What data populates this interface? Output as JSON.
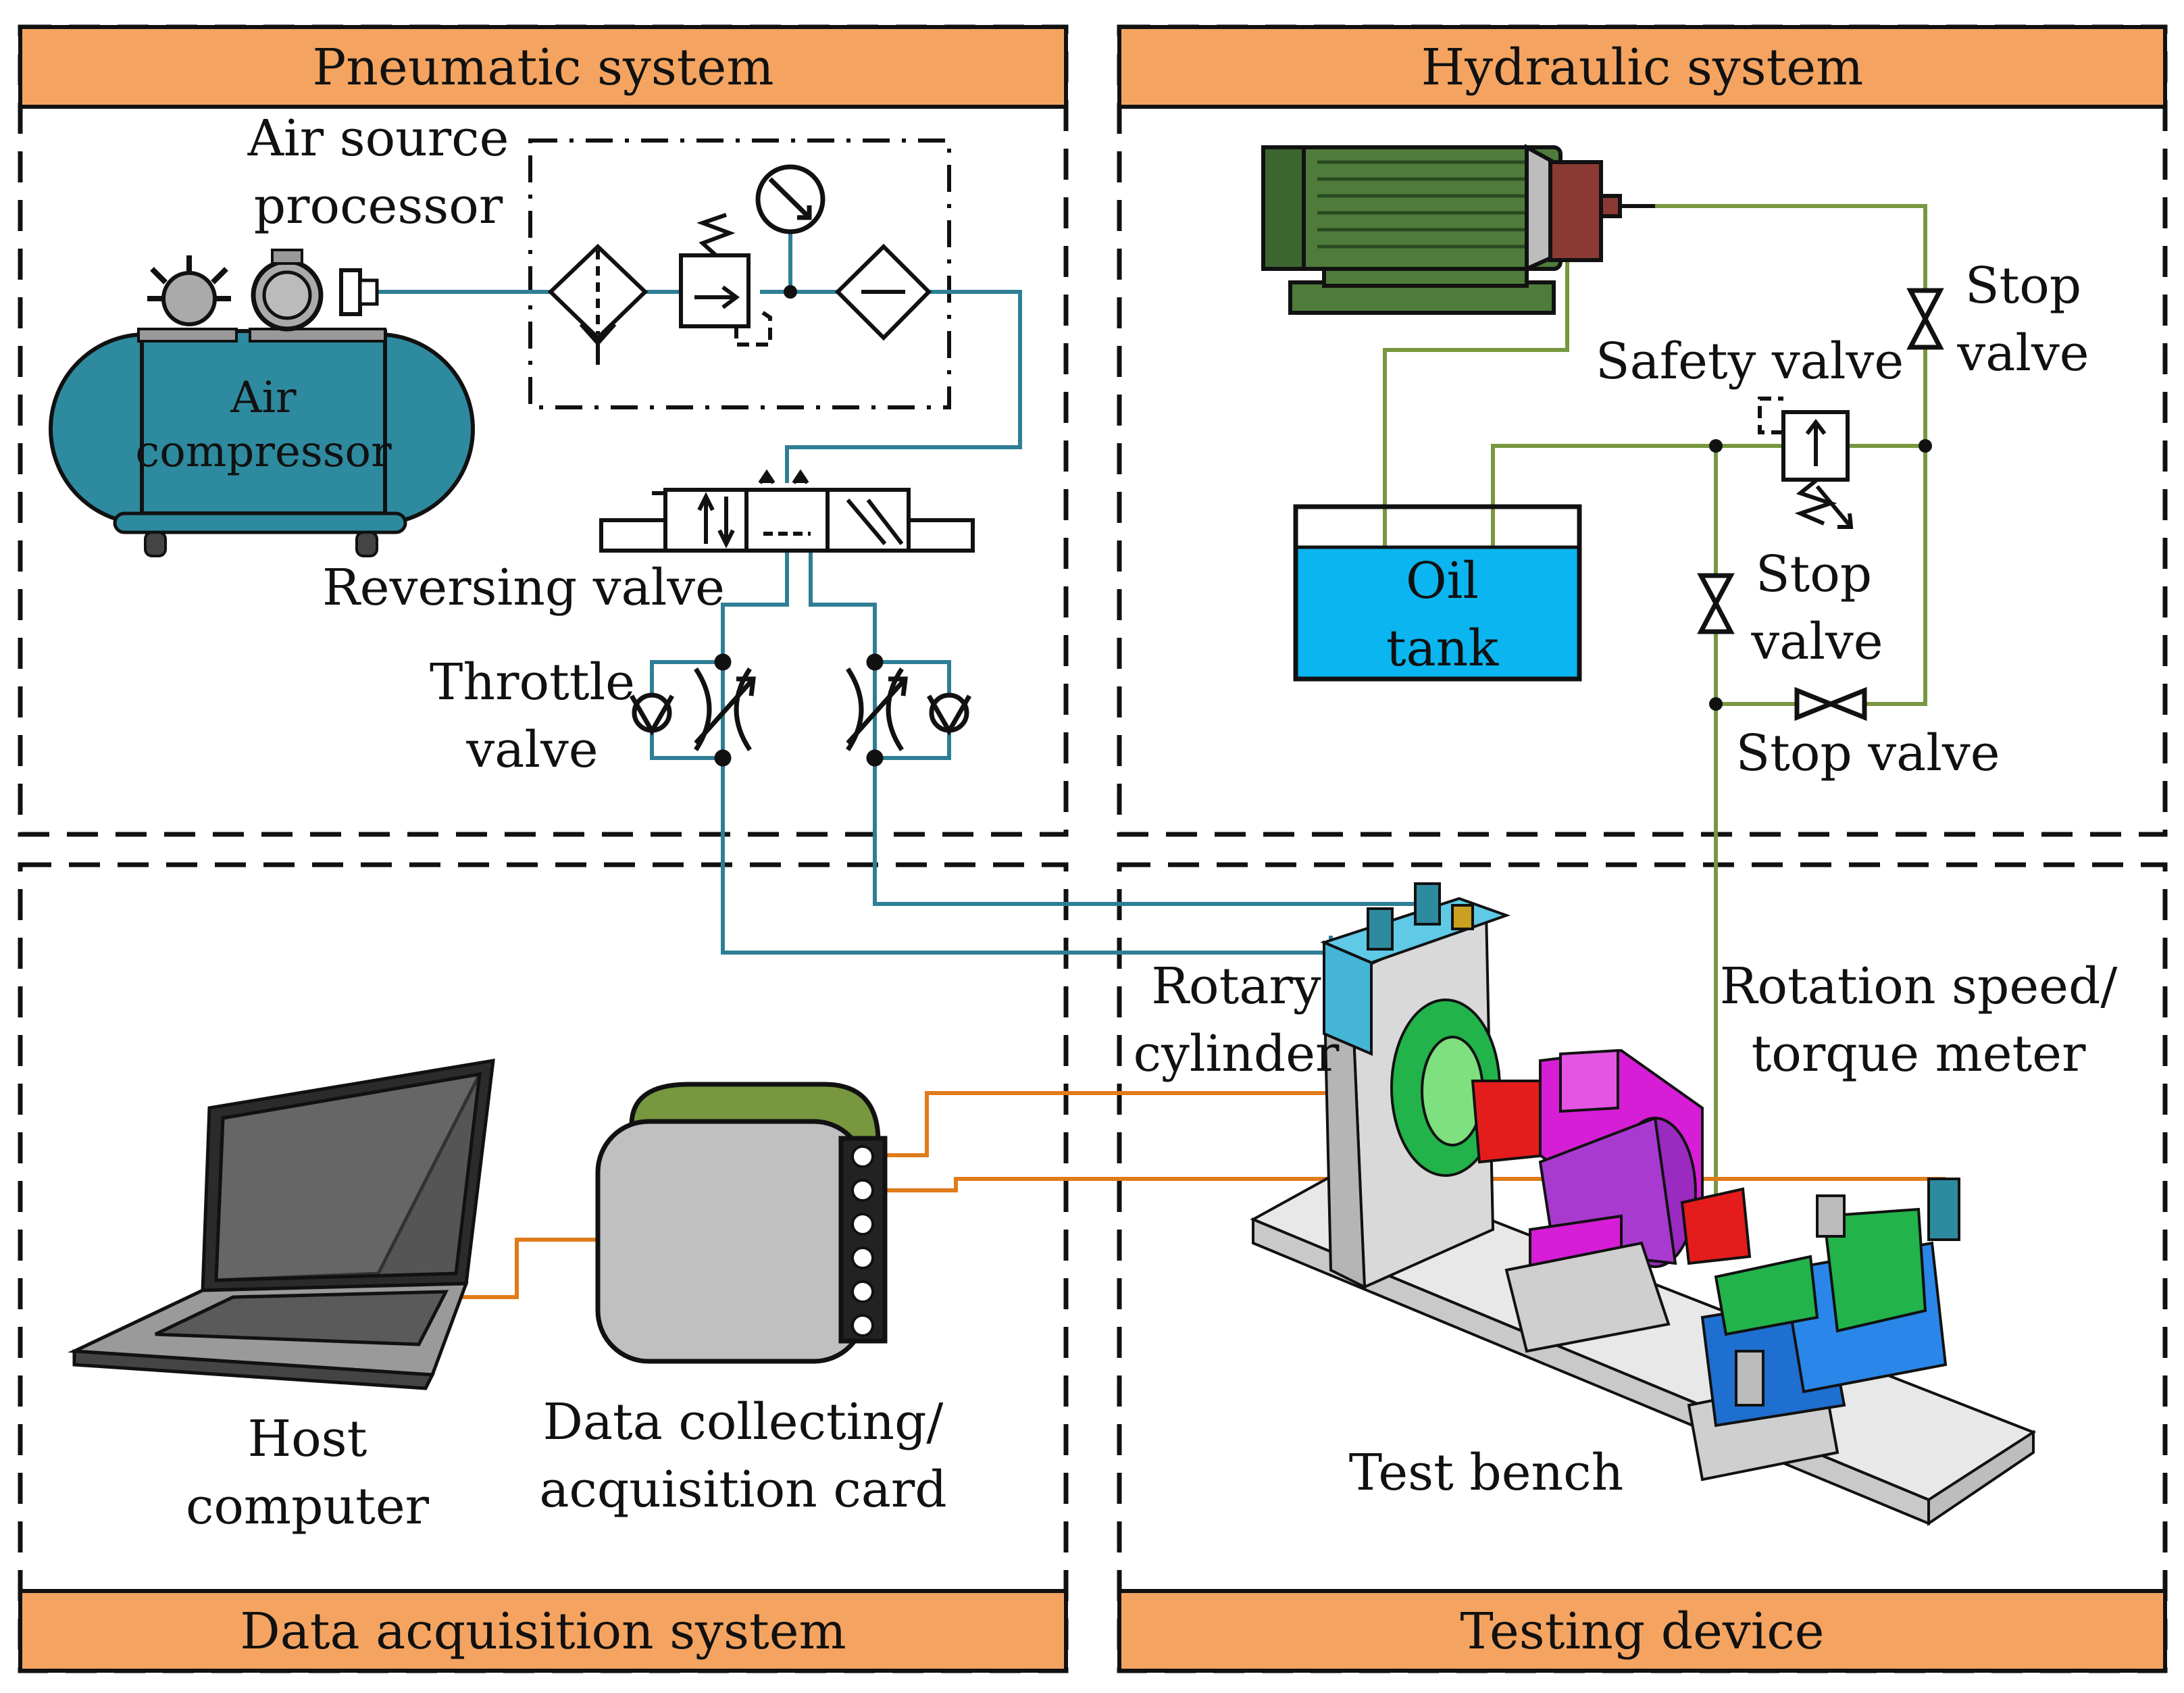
{
  "sections": {
    "pneumatic": "Pneumatic system",
    "hydraulic": "Hydraulic system",
    "data_acq": "Data acquisition system",
    "testing": "Testing device"
  },
  "labels": {
    "air_source_1": "Air source",
    "air_source_2": "processor",
    "air_comp_1": "Air",
    "air_comp_2": "compressor",
    "reversing_valve": "Reversing valve",
    "throttle_1": "Throttle",
    "throttle_2": "valve",
    "stop_valve_top_1": "Stop",
    "stop_valve_top_2": "valve",
    "safety_valve": "Safety valve",
    "oil_tank_1": "Oil",
    "oil_tank_2": "tank",
    "stop_valve_mid_1": "Stop",
    "stop_valve_mid_2": "valve",
    "stop_valve_bottom": "Stop valve",
    "rotary_1": "Rotary",
    "rotary_2": "cylinder",
    "speed_1": "Rotation speed/",
    "speed_2": "torque meter",
    "host_1": "Host",
    "host_2": "computer",
    "daq_1": "Data collecting/",
    "daq_2": "acquisition card",
    "test_bench": "Test bench"
  },
  "colors": {
    "header_fill": "#f4a460",
    "pneumatic_line": "#2e7f95",
    "hydraulic_line": "#77983f",
    "signal_line": "#e07b1a",
    "compressor": "#2e8a9e",
    "oil": "#0bb5f0",
    "motor": "#4f7c3b",
    "daq_top": "#77983f",
    "daq_body": "#c0c0c0"
  }
}
